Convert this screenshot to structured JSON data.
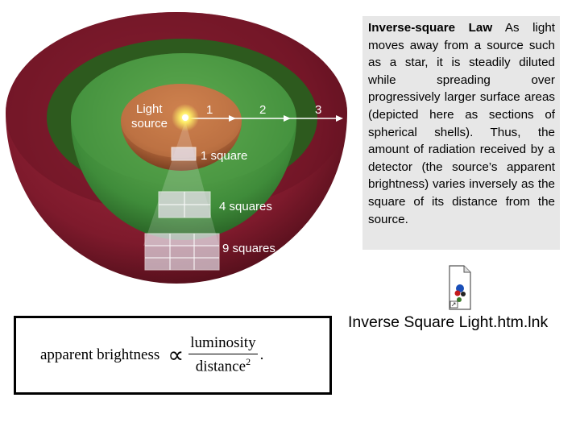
{
  "diagram": {
    "source_label_line1": "Light",
    "source_label_line2": "source",
    "distance_1": "1",
    "distance_2": "2",
    "distance_3": "3",
    "area_1": "1 square",
    "area_2": "4 squares",
    "area_3": "9 squares",
    "colors": {
      "outer_shell": "#7e1a2c",
      "middle_shell": "#3f8c3a",
      "inner_shell": "#b4683c",
      "star": "#ffee66"
    }
  },
  "caption": {
    "title": "Inverse-square Law",
    "body": " As light moves away from a source such as a star, it is steadily diluted while spreading over progressively larger surface areas (depicted here as sections of spherical shells). Thus, the amount of radiation received by a detector (the source’s apparent brightness) varies inversely as the square of its distance from the source."
  },
  "file_link": {
    "label": "Inverse Square Light.htm.lnk",
    "icon": "shortcut-file-icon"
  },
  "formula": {
    "lhs": "apparent brightness",
    "relation": "∝",
    "numerator": "luminosity",
    "denominator": "distance",
    "exponent": "2",
    "end": "."
  }
}
